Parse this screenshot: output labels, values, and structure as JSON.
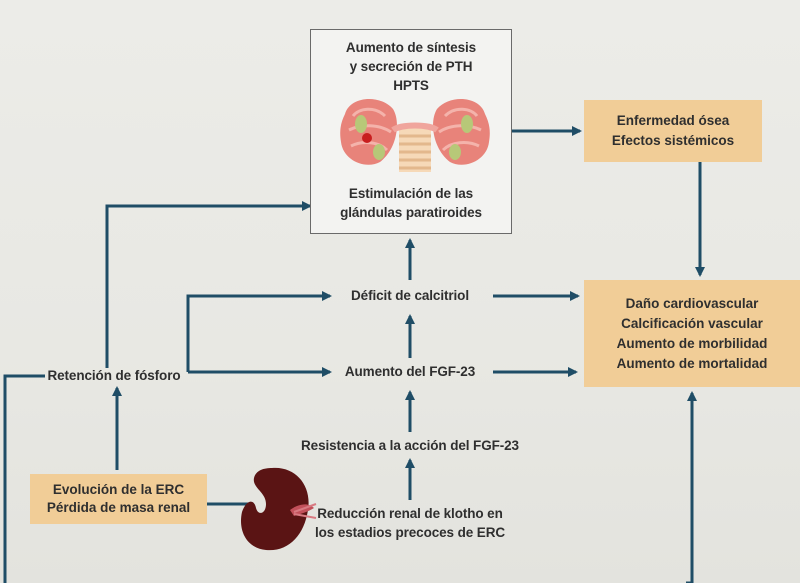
{
  "top_box": {
    "lines": [
      "Aumento de síntesis",
      "y secreción de PTH",
      "HPTS"
    ],
    "bottom_lines": [
      "Estimulación de las",
      "glándulas paratiroides"
    ]
  },
  "bone_box": {
    "lines": [
      "Enfermedad ósea",
      "Efectos sistémicos"
    ]
  },
  "cardio_box": {
    "lines": [
      "Daño cardiovascular",
      "Calcificación vascular",
      "Aumento de morbilidad",
      "Aumento de mortalidad"
    ]
  },
  "erc_box": {
    "lines": [
      "Evolución de la ERC",
      "Pérdida de masa renal"
    ]
  },
  "calcitriol": "Déficit de calcitriol",
  "fgf_increase": "Aumento del FGF-23",
  "fgf_resistance": "Resistencia a la acción del FGF-23",
  "klotho": [
    "Reducción renal de klotho en",
    "los estadios precoces de ERC"
  ],
  "phosphorus": "Retención de fósforo",
  "colors": {
    "arrow": "#1f4d66",
    "box_fill": "#f1cd97",
    "kidney": "#5a1414"
  }
}
